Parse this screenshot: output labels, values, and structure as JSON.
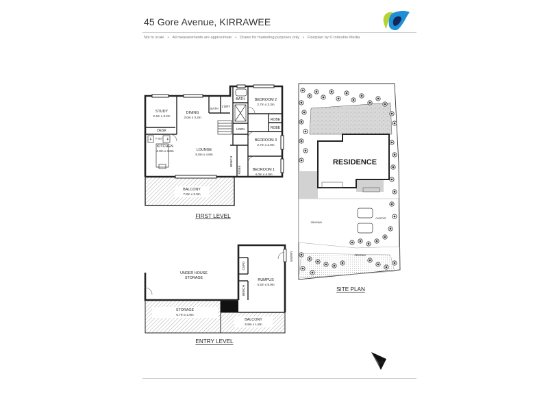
{
  "header": {
    "address": "45 Gore Avenue, KIRRAWEE",
    "disclaimer": [
      "Not to scale",
      "All measurements are approximate",
      "Drawn for marketing purposes only",
      "Floorplan by © Industrie Media"
    ]
  },
  "first_level": {
    "label": "FIRST LEVEL",
    "rooms": {
      "study": {
        "name": "STUDY",
        "size": "2.4m x 3.2m"
      },
      "dining": {
        "name": "DINING",
        "size": "3.0m x 3.2m"
      },
      "bath_small": {
        "name": "BATH"
      },
      "laundry": {
        "name": "L'DRY"
      },
      "bath": {
        "name": "BATH"
      },
      "bedroom2": {
        "name": "BEDROOM 2",
        "size": "2.7m x 3.3m"
      },
      "robe_a": {
        "name": "ROBE"
      },
      "linen": {
        "name": "LINEN"
      },
      "robe_b": {
        "name": "ROBE"
      },
      "bedroom3": {
        "name": "BEDROOM 3",
        "size": "2.7m x 2.9m"
      },
      "desk": {
        "name": "DESK"
      },
      "fridge_left": {
        "name": "F"
      },
      "pantry": {
        "name": "P'TRY"
      },
      "fridge_right": {
        "name": "F"
      },
      "kitchen": {
        "name": "KITCHEN",
        "size": "2.9m x 3.6m"
      },
      "lounge": {
        "name": "LOUNGE",
        "size": "5.0m x 4.6m"
      },
      "bench": {
        "name": "BENCH"
      },
      "robe_c": {
        "name": "ROBE"
      },
      "bedroom1": {
        "name": "BEDROOM 1",
        "size": "4.0m x 4.0m"
      },
      "balcony": {
        "name": "BALCONY",
        "size": "7.8m x 3.0m"
      }
    }
  },
  "entry_level": {
    "label": "ENTRY LEVEL",
    "rooms": {
      "under_house": {
        "name_line1": "UNDER HOUSE",
        "name_line2": "STORAGE"
      },
      "cupd": {
        "name": "CUPD"
      },
      "rumpus": {
        "name": "RUMPUS",
        "size": "4.4m x 5.9m"
      },
      "bench": {
        "name": "BENCH"
      },
      "entry": {
        "name": "ENTRY"
      },
      "storage": {
        "name": "STORAGE",
        "size": "6.7m x 2.9m"
      },
      "balcony": {
        "name": "BALCONY",
        "size": "5.9m x 1.8m"
      }
    }
  },
  "site_plan": {
    "label": "SITE PLAN",
    "residence": "RESIDENCE",
    "small_labels": [
      "DRIVEWAY",
      "DRIVEWAY",
      "CARPORT"
    ]
  },
  "north_indicator": {
    "letter": "N"
  },
  "colors": {
    "logo_green": "#b5d334",
    "logo_blue": "#1d8fd6",
    "logo_navy": "#15265c",
    "wall": "#222222",
    "hatch": "#777777"
  }
}
